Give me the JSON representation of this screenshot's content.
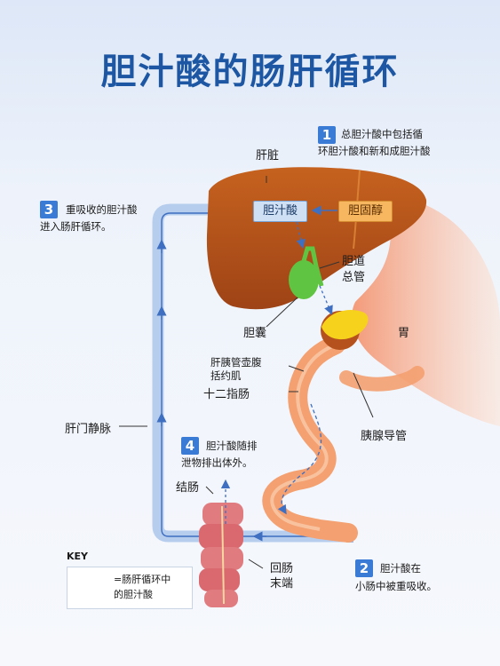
{
  "title": "胆汁酸的肠肝循环",
  "steps": [
    {
      "num": "1",
      "text_l1": "总胆汁酸中包括循",
      "text_l2": "环胆汁酸和新和成胆汁酸"
    },
    {
      "num": "2",
      "text_l1": "胆汁酸在",
      "text_l2": "小肠中被重吸收。"
    },
    {
      "num": "3",
      "text_l1": "重吸收的胆汁酸",
      "text_l2": "进入肠肝循环。"
    },
    {
      "num": "4",
      "text_l1": "胆汁酸随排",
      "text_l2": "泄物排出体外。"
    }
  ],
  "labels": {
    "liver": "肝脏",
    "bile_acid_box": "胆汁酸",
    "cholesterol_box": "胆固醇",
    "bile_duct_l1": "胆道",
    "bile_duct_l2": "总管",
    "gallbladder": "胆囊",
    "stomach": "胃",
    "sphincter_l1": "肝胰管壶腹",
    "sphincter_l2": "括约肌",
    "duodenum": "十二指肠",
    "pancreatic_duct": "胰腺导管",
    "portal_vein": "肝门静脉",
    "colon": "结肠",
    "ileum_l1": "回肠",
    "ileum_l2": "末端"
  },
  "key": {
    "title": "KEY",
    "text_l1": "=肠肝循环中",
    "text_l2": "的胆汁酸"
  },
  "colors": {
    "title": "#1d57a3",
    "badge": "#3a7bd5",
    "liver": "#b5511c",
    "vein": "#b7cdee",
    "arrow": "#3f6fc0",
    "intestine": "#f4a070",
    "colon": "#e07b80",
    "gallbladder": "#5fc441",
    "pancreas": "#f6d21c"
  }
}
